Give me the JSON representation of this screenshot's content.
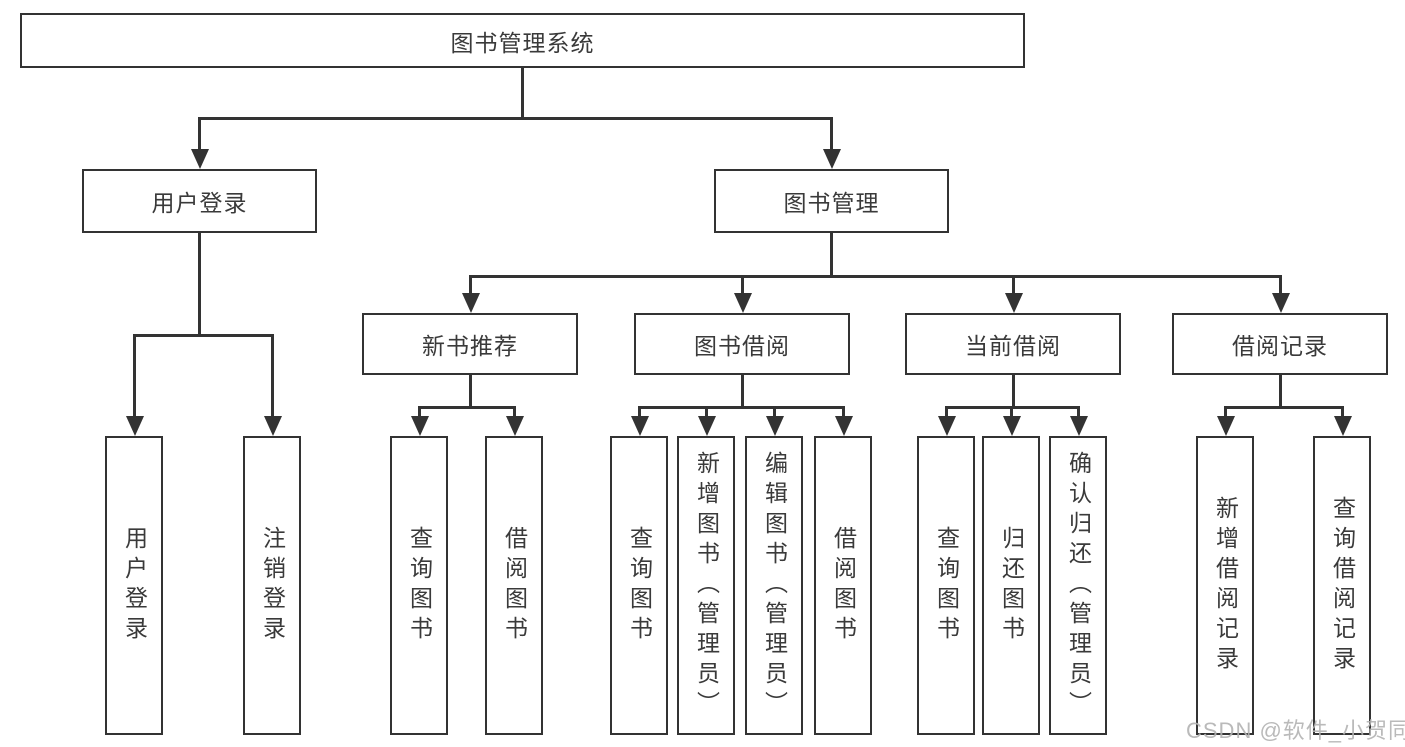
{
  "diagram": {
    "colors": {
      "line": "#333333",
      "text": "#3a3a3a",
      "background": "#ffffff",
      "watermark": "#b3b3b3"
    },
    "root": {
      "label": "图书管理系统"
    },
    "level2": [
      {
        "label": "用户登录"
      },
      {
        "label": "图书管理"
      }
    ],
    "level3": [
      {
        "label": "新书推荐"
      },
      {
        "label": "图书借阅"
      },
      {
        "label": "当前借阅"
      },
      {
        "label": "借阅记录"
      }
    ],
    "leaves": {
      "user_login": [
        {
          "label": "用户登录"
        },
        {
          "label": "注销登录"
        }
      ],
      "new_book_recommend": [
        {
          "label": "查询图书"
        },
        {
          "label": "借阅图书"
        }
      ],
      "book_borrow": [
        {
          "label": "查询图书"
        },
        {
          "label": "新增图书（管理员）"
        },
        {
          "label": "编辑图书（管理员）"
        },
        {
          "label": "借阅图书"
        }
      ],
      "current_borrow": [
        {
          "label": "查询图书"
        },
        {
          "label": "归还图书"
        },
        {
          "label": "确认归还（管理员）"
        }
      ],
      "borrow_record": [
        {
          "label": "新增借阅记录"
        },
        {
          "label": "查询借阅记录"
        }
      ]
    },
    "watermark": "CSDN @软件_小贺同学"
  }
}
